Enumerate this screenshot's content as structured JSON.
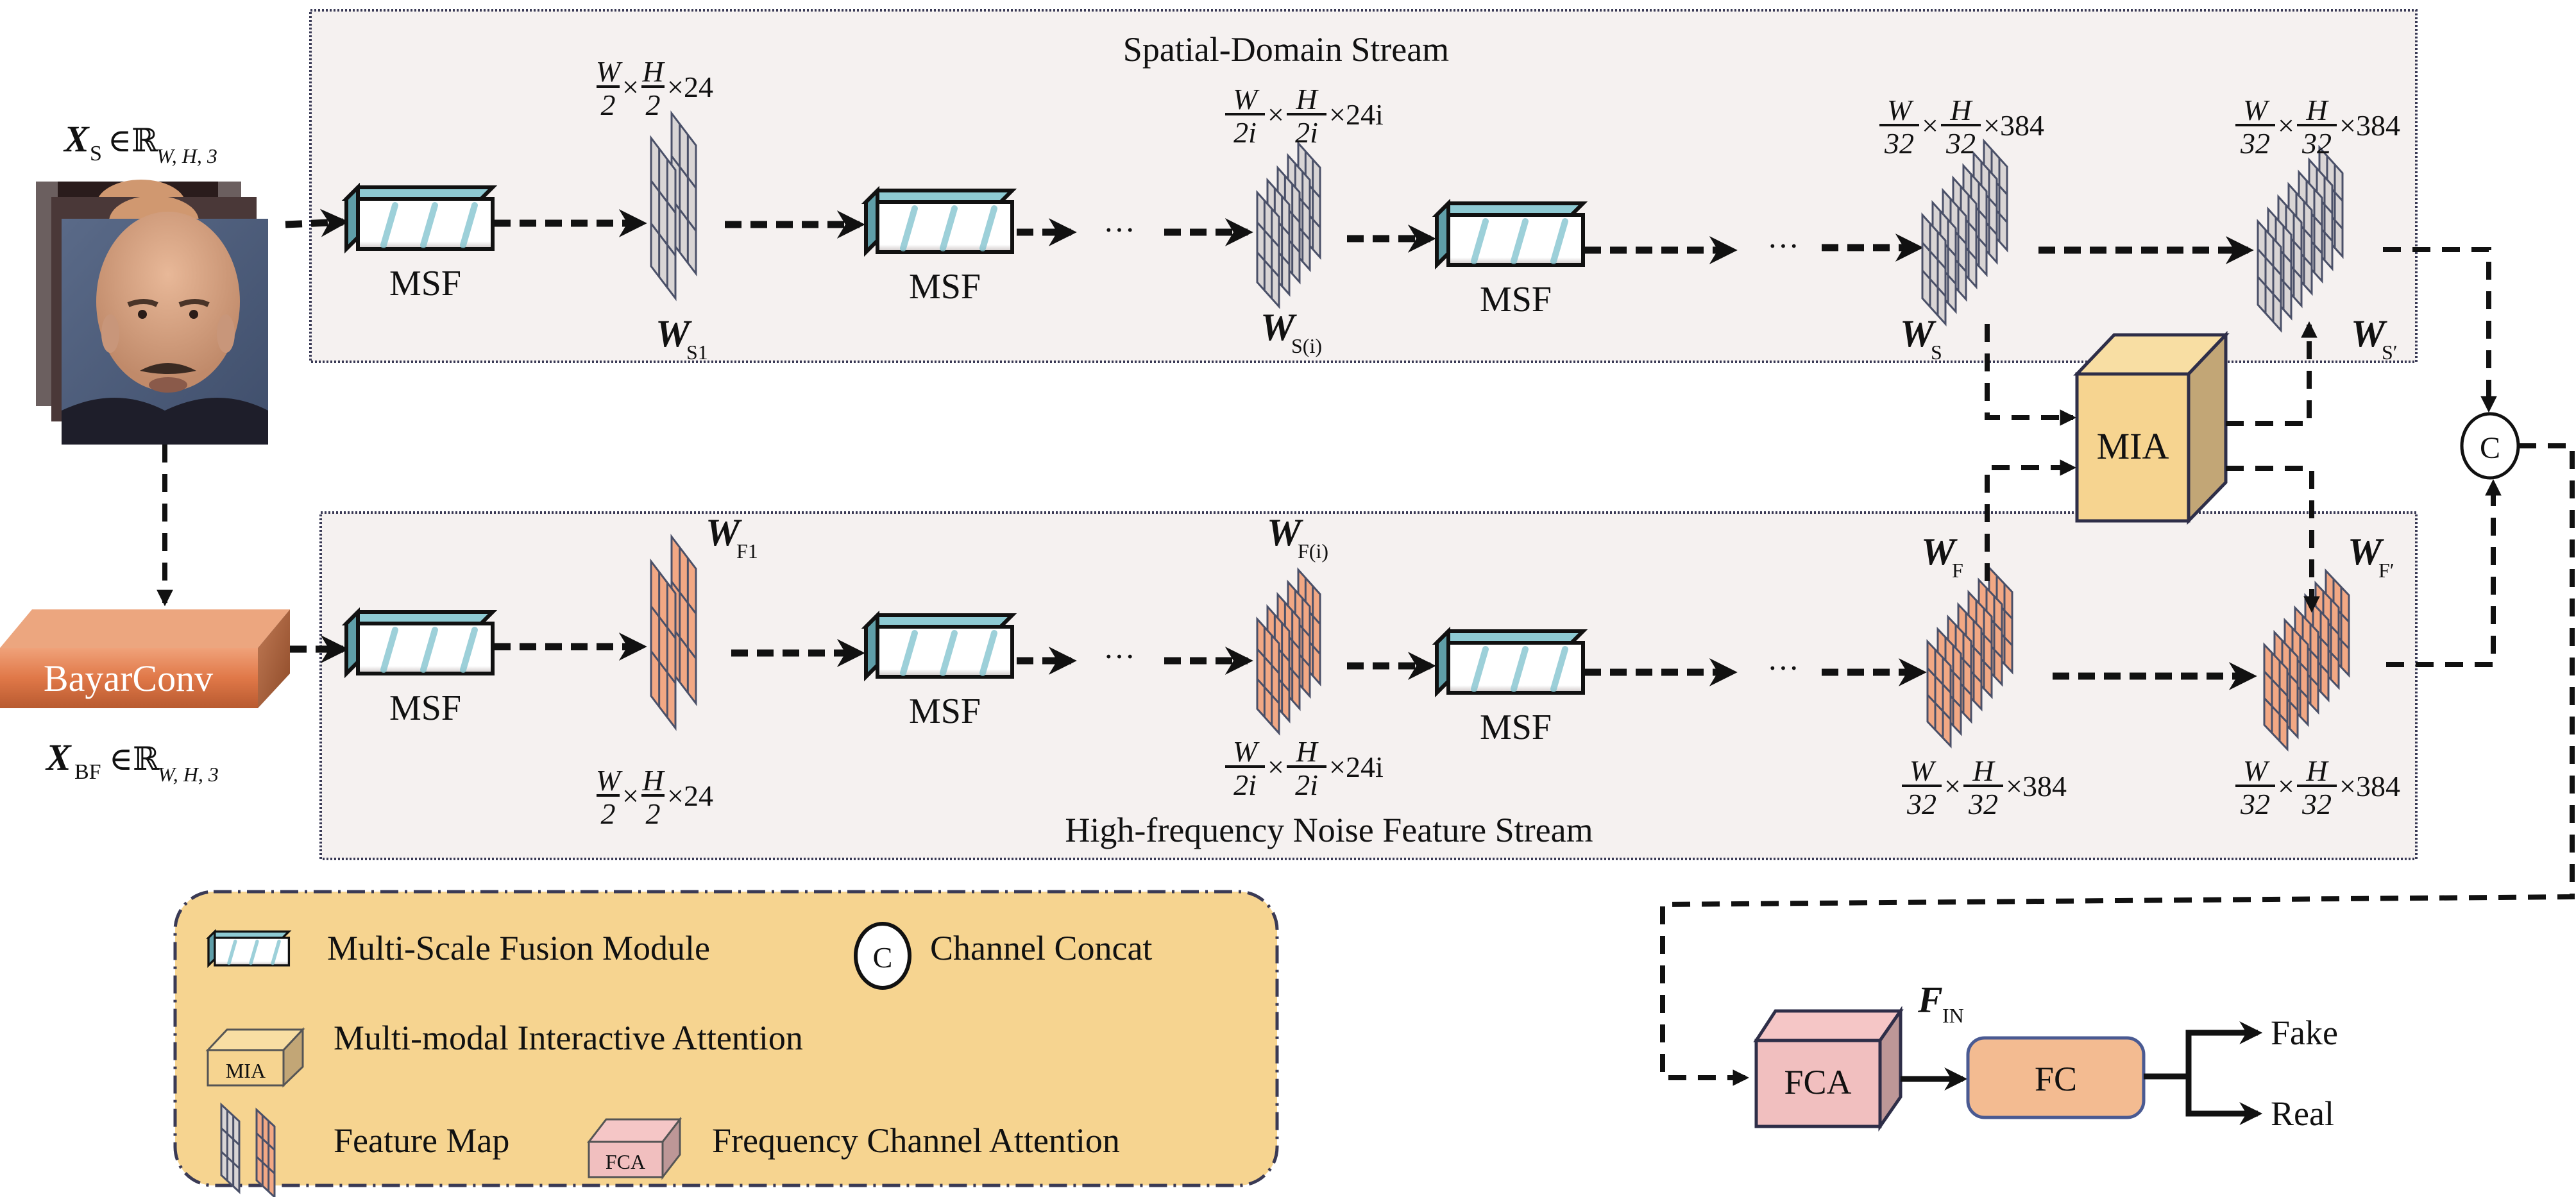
{
  "title": "Dual-stream deepfake detection network architecture",
  "streams": {
    "spatial": {
      "title": "Spatial-Domain Stream"
    },
    "noise": {
      "title": "High-frequency Noise Feature Stream"
    }
  },
  "inputs": {
    "spatial": {
      "symbol": "X",
      "subscript": "S",
      "set": "∈ℝ",
      "dims": "W, H, 3"
    },
    "noise": {
      "symbol": "X",
      "subscript": "BF",
      "set": "∈ℝ",
      "dims": "W, H, 3"
    }
  },
  "bayarconv": {
    "label": "BayarConv"
  },
  "msf_label": "MSF",
  "ellipsis": "···",
  "spatial_maps": [
    {
      "name": "W",
      "subscript": "S1",
      "dims": {
        "w": "W",
        "wden": "2",
        "h": "H",
        "hden": "2",
        "c": "×24"
      }
    },
    {
      "name": "W",
      "subscript": "S(i)",
      "dims": {
        "w": "W",
        "wden": "2i",
        "h": "H",
        "hden": "2i",
        "c": "×24i"
      }
    },
    {
      "name": "W",
      "subscript": "S",
      "dims": {
        "w": "W",
        "wden": "32",
        "h": "H",
        "hden": "32",
        "c": "×384"
      }
    },
    {
      "name": "W",
      "subscript": "S′",
      "dims": {
        "w": "W",
        "wden": "32",
        "h": "H",
        "hden": "32",
        "c": "×384"
      }
    }
  ],
  "noise_maps": [
    {
      "name": "W",
      "subscript": "F1",
      "dims": {
        "w": "W",
        "wden": "2",
        "h": "H",
        "hden": "2",
        "c": "×24"
      }
    },
    {
      "name": "W",
      "subscript": "F(i)",
      "dims": {
        "w": "W",
        "wden": "2i",
        "h": "H",
        "hden": "2i",
        "c": "×24i"
      }
    },
    {
      "name": "W",
      "subscript": "F",
      "dims": {
        "w": "W",
        "wden": "32",
        "h": "H",
        "hden": "32",
        "c": "×384"
      }
    },
    {
      "name": "W",
      "subscript": "F′",
      "dims": {
        "w": "W",
        "wden": "32",
        "h": "H",
        "hden": "32",
        "c": "×384"
      }
    }
  ],
  "mia": {
    "label": "MIA"
  },
  "concat": {
    "label": "C"
  },
  "classifier": {
    "fca_label": "FCA",
    "fin_symbol": "F",
    "fin_subscript": "IN",
    "fc_label": "FC",
    "outputs": [
      "Fake",
      "Real"
    ]
  },
  "legend": {
    "items": [
      {
        "icon": "msf-block-icon",
        "label": "Multi-Scale Fusion Module"
      },
      {
        "icon": "concat-circle-icon",
        "label": "Channel Concat",
        "glyph": "C"
      },
      {
        "icon": "mia-block-icon",
        "label": "Multi-modal Interactive Attention",
        "glyph": "MIA"
      },
      {
        "icon": "feature-map-icon",
        "label": "Feature Map"
      },
      {
        "icon": "fca-block-icon",
        "label": "Frequency Channel Attention",
        "glyph": "FCA"
      }
    ]
  },
  "colors": {
    "msf_top": "#8ecad3",
    "msf_side": "#5f9ea8",
    "map_gray": "#d9d5d5",
    "map_orange": "#f2a884",
    "mia_front": "#f6d490",
    "mia_top": "#f8dea3",
    "mia_side": "#c2a676",
    "fca_front": "#f1bfbf",
    "fca_side": "#bd9797",
    "fc_fill": "#f3bb91",
    "bayar": "#e07848",
    "stream_bg": "#f5f1f0",
    "legend_bg": "#f6d490"
  }
}
